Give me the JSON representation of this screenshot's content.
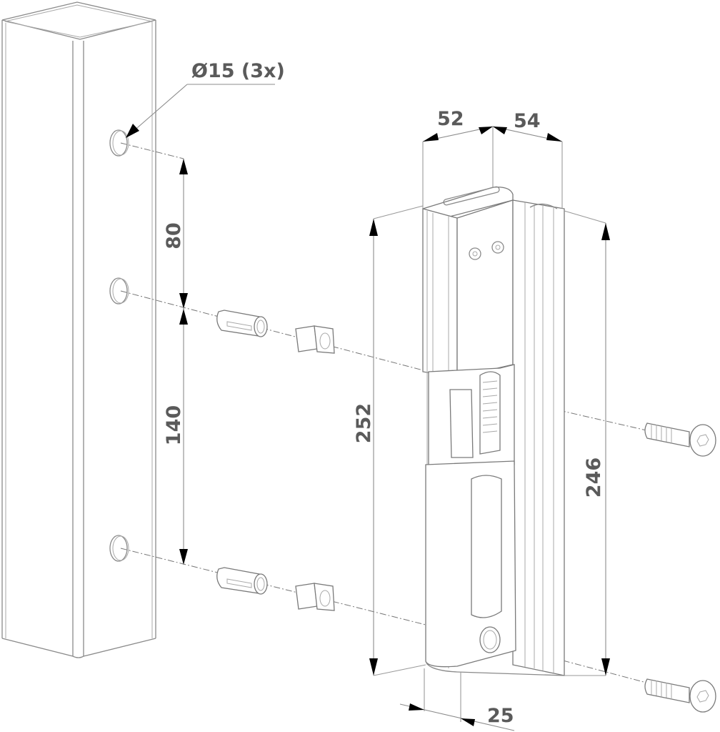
{
  "diagram": {
    "type": "exploded assembly line drawing",
    "subject": "gate lock keeper mounted on square post",
    "colors": {
      "line": "#8a8a8a",
      "text": "#5a5a5a",
      "arrow": "#000000",
      "background": "#ffffff"
    }
  },
  "labels": {
    "hole_callout": "Ø15 (3x)",
    "spacing_top": "80",
    "spacing_bottom": "140",
    "keeper_height": "252",
    "profile_height": "246",
    "width_front": "52",
    "width_side": "54",
    "depth_bottom": "25"
  },
  "parts": [
    {
      "id": "post",
      "name": "square post",
      "holes": 3
    },
    {
      "id": "insert-sleeve",
      "name": "slotted insert sleeve",
      "count": 2
    },
    {
      "id": "square-bush",
      "name": "square bush",
      "count": 2
    },
    {
      "id": "keeper",
      "name": "lock keeper profile"
    },
    {
      "id": "screw",
      "name": "hex socket bolt",
      "count": 2
    }
  ]
}
